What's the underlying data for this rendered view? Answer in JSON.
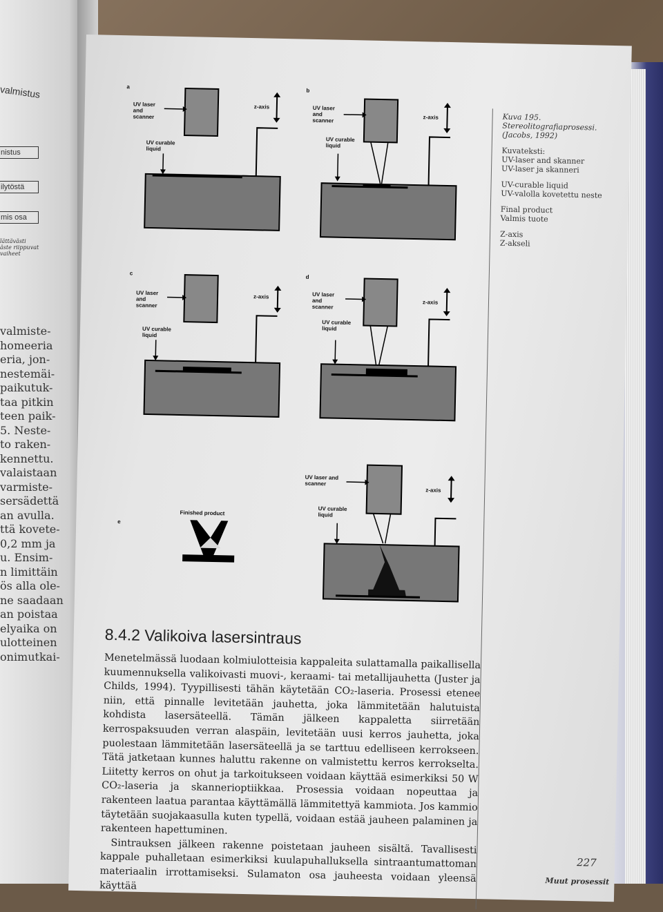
{
  "left_page": {
    "header": "valmistus",
    "boxes": [
      "nistus",
      "ilytöstä",
      "mis osa"
    ],
    "note": [
      "lättävästi",
      "äste riippuvat",
      "vaiheet"
    ],
    "text_lines": [
      "valmiste-",
      "homeeria",
      "eria, jon-",
      "nestemäi-",
      "paikutuk-",
      "taa pitkin",
      "teen paik-",
      "5. Neste-",
      "to raken-",
      "kennettu.",
      "valaistaan",
      "varmiste-",
      "sersädettä",
      "an avulla.",
      "ttä kovete-",
      "0,2 mm ja",
      "u. Ensim-",
      "n limittäin",
      "ös alla ole-",
      "ne saadaan",
      "an poistaa",
      "elyaika on",
      "ulotteinen",
      "onimutkai-"
    ]
  },
  "figure": {
    "panels": [
      {
        "letter": "a",
        "laser": "UV laser and scanner",
        "liquid": "UV curable liquid",
        "axis": "z-axis"
      },
      {
        "letter": "b",
        "laser": "UV laser and scanner",
        "liquid": "UV curable liquid",
        "axis": "z-axis"
      },
      {
        "letter": "c",
        "laser": "UV laser and scanner",
        "liquid": "UV curable liquid",
        "axis": "z-axis"
      },
      {
        "letter": "d",
        "laser": "UV laser and scanner",
        "liquid": "UV curable liquid",
        "axis": "z-axis"
      },
      {
        "letter": "e",
        "product": "Finished product",
        "laser": "UV laser and scanner",
        "liquid": "UV curable liquid",
        "axis": "z-axis"
      }
    ]
  },
  "caption": {
    "title": "Kuva 195.",
    "subtitle": "Stereolitografiaprosessi. (Jacobs, 1992)",
    "legend_title": "Kuvateksti:",
    "pairs": [
      [
        "UV-laser and skanner",
        "UV-laser ja skanneri"
      ],
      [
        "UV-curable liquid",
        "UV-valolla kovetettu neste"
      ],
      [
        "Final product",
        "Valmis tuote"
      ],
      [
        "Z-axis",
        "Z-akseli"
      ]
    ]
  },
  "section": {
    "heading": "8.4.2 Valikoiva lasersintraus",
    "paragraphs": [
      "Menetelmässä luodaan kolmiulotteisia kappaleita sulattamalla paikallisella kuumennuksella valikoivasti muovi-, keraami- tai metallijauhetta (Juster ja Childs, 1994). Tyypillisesti tähän käytetään CO₂-laseria. Prosessi etenee niin, että pinnalle levitetään jauhetta, joka lämmitetään halutuista kohdista lasersäteellä. Tämän jälkeen kappaletta siirretään kerrospaksuuden verran alaspäin, levitetään uusi kerros jauhetta, joka puolestaan lämmitetään lasersäteellä ja se tarttuu edelliseen kerrokseen. Tätä jatketaan kunnes haluttu rakenne on valmistettu kerros kerrokselta. Liitetty kerros on ohut ja tarkoitukseen voidaan käyttää esimerkiksi 50 W CO₂-laseria ja skannerioptiikkaa. Prosessia voidaan nopeuttaa ja rakenteen laatua parantaa käyttämällä lämmitettyä kammiota. Jos kammio täytetään suojakaasulla kuten typellä, voidaan estää jauheen palaminen ja rakenteen hapettuminen.",
      "Sintrauksen jälkeen rakenne poistetaan jauheen sisältä. Tavallisesti kappale puhalletaan esimerkiksi kuulapuhalluksella sintraantumattoman materiaalin irrottamiseksi. Sulamaton osa jauheesta voidaan yleensä käyttää"
    ]
  },
  "footer": {
    "page_number": "227",
    "running_head": "Muut prosessit"
  }
}
